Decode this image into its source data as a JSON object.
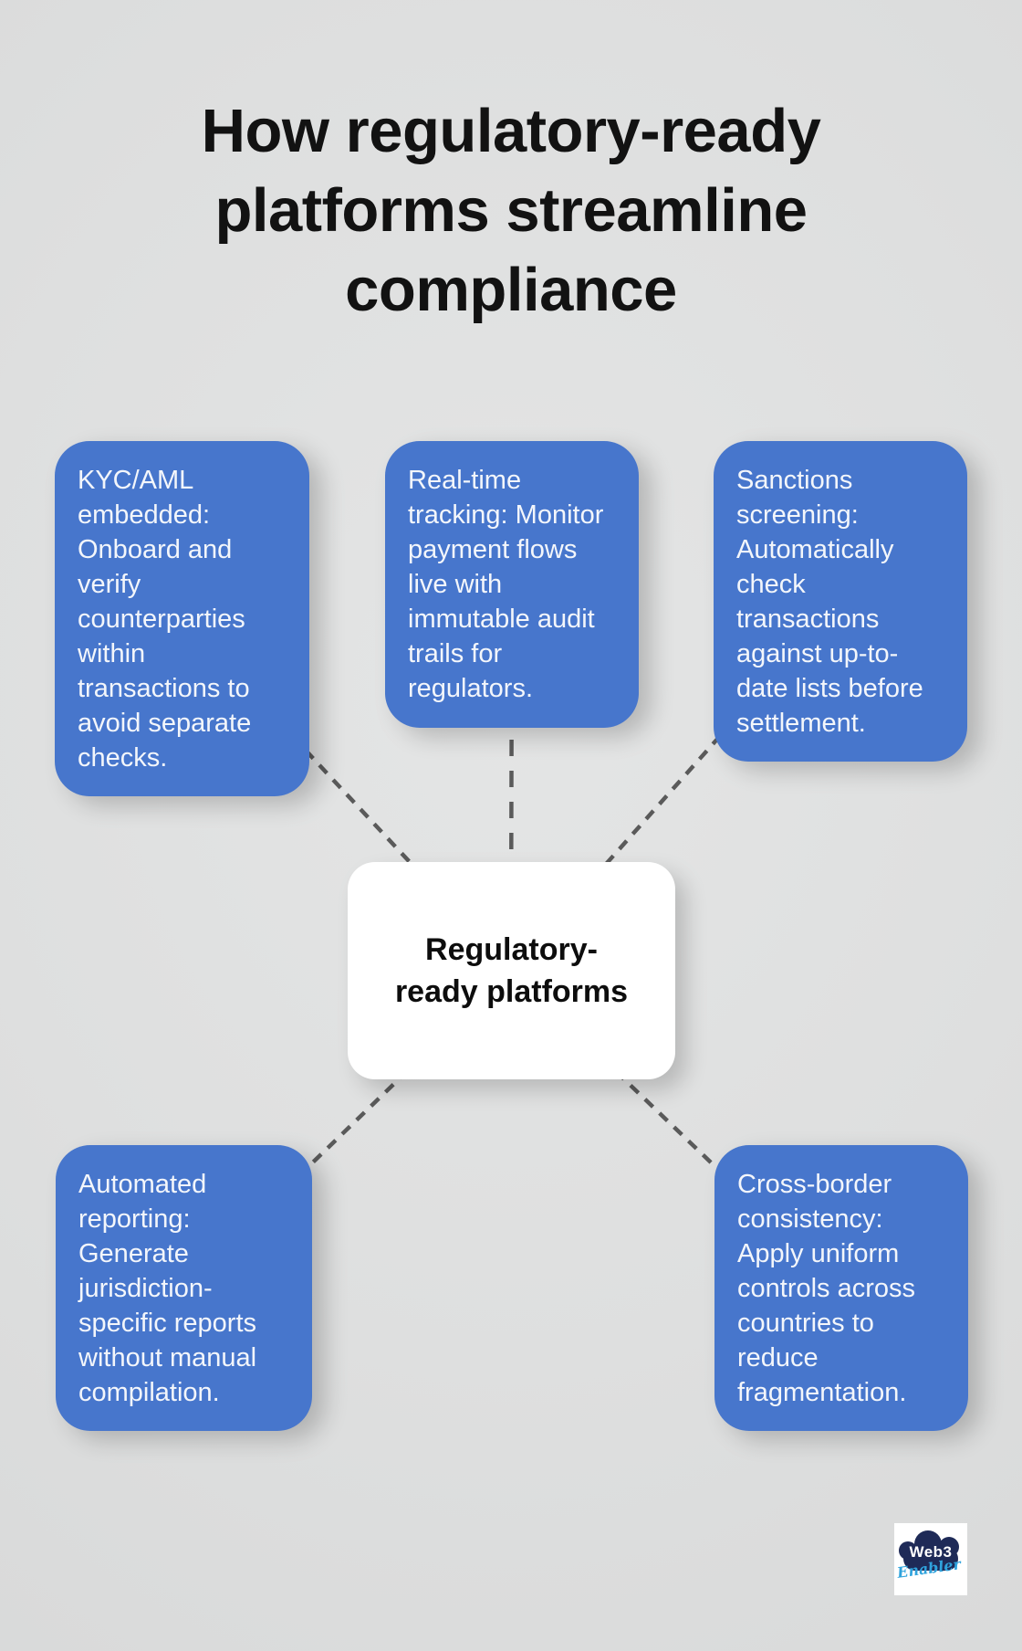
{
  "title": {
    "lines": [
      "How regulatory-ready",
      "platforms streamline",
      "compliance"
    ]
  },
  "center_node": {
    "lines": [
      "Regulatory-",
      "ready platforms"
    ]
  },
  "nodes": [
    {
      "id": "kyc-aml",
      "lines": [
        "KYC/AML",
        "embedded:",
        "Onboard and",
        "verify",
        "counterparties",
        "within",
        "transactions to",
        "avoid separate",
        "checks."
      ]
    },
    {
      "id": "real-time-tracking",
      "lines": [
        "Real-time",
        "tracking: Monitor",
        "payment flows",
        "live with",
        "immutable audit",
        "trails for",
        "regulators."
      ]
    },
    {
      "id": "sanctions-screening",
      "lines": [
        "Sanctions",
        "screening:",
        "Automatically",
        "check",
        "transactions",
        "against up-to-",
        "date lists before",
        "settlement."
      ]
    },
    {
      "id": "automated-reporting",
      "lines": [
        "Automated",
        "reporting:",
        "Generate",
        "jurisdiction-",
        "specific reports",
        "without manual",
        "compilation."
      ]
    },
    {
      "id": "cross-border-consistency",
      "lines": [
        "Cross-border",
        "consistency:",
        "Apply uniform",
        "controls across",
        "countries to",
        "reduce",
        "fragmentation."
      ]
    }
  ],
  "logo": {
    "brand_top": "Web3",
    "brand_bottom": "Enabler"
  },
  "colors": {
    "background": "#dedfdf",
    "box_blue": "#4776cc",
    "box_text": "#f3f6fb",
    "center_fill": "#ffffff",
    "center_text": "#0d0d0d",
    "connector_gray": "#5a5a5a",
    "title_text": "#121212",
    "logo_navy": "#1e2a57",
    "logo_blue": "#2fa3dd"
  }
}
